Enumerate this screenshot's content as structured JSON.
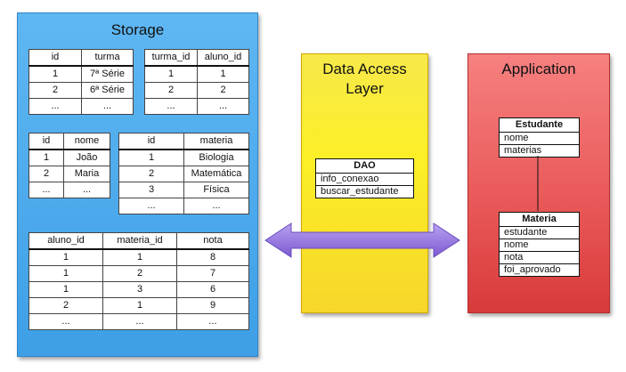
{
  "storage": {
    "title": "Storage",
    "tables": [
      {
        "header": [
          "id",
          "turma"
        ],
        "rows": [
          [
            "1",
            "7ª Série"
          ],
          [
            "2",
            "6ª Série"
          ],
          [
            "...",
            "..."
          ]
        ]
      },
      {
        "header": [
          "turma_id",
          "aluno_id"
        ],
        "rows": [
          [
            "1",
            "1"
          ],
          [
            "2",
            "2"
          ],
          [
            "...",
            "..."
          ]
        ]
      },
      {
        "header": [
          "id",
          "nome"
        ],
        "rows": [
          [
            "1",
            "João"
          ],
          [
            "2",
            "Maria"
          ],
          [
            "...",
            "..."
          ]
        ]
      },
      {
        "header": [
          "id",
          "materia"
        ],
        "rows": [
          [
            "1",
            "Biologia"
          ],
          [
            "2",
            "Matemática"
          ],
          [
            "3",
            "Física"
          ],
          [
            "...",
            "..."
          ]
        ]
      },
      {
        "header": [
          "aluno_id",
          "materia_id",
          "nota"
        ],
        "rows": [
          [
            "1",
            "1",
            "8"
          ],
          [
            "1",
            "2",
            "7"
          ],
          [
            "1",
            "3",
            "6"
          ],
          [
            "2",
            "1",
            "9"
          ],
          [
            "...",
            "...",
            "..."
          ]
        ]
      }
    ]
  },
  "dal": {
    "title_line1": "Data Access",
    "title_line2": "Layer",
    "dao": {
      "name": "DAO",
      "attributes": [
        "info_conexao",
        "buscar_estudante"
      ]
    }
  },
  "application": {
    "title": "Application",
    "estudante": {
      "name": "Estudante",
      "attributes": [
        "nome",
        "materias"
      ]
    },
    "materia": {
      "name": "Materia",
      "attributes": [
        "estudante",
        "nome",
        "nota",
        "foi_aprovado"
      ]
    }
  },
  "colors": {
    "storage_fill": "#3e9fe6",
    "dal_fill": "#fcef27",
    "app_fill": "#ea5a5a",
    "arrow_fill": "#8e6fd8"
  }
}
